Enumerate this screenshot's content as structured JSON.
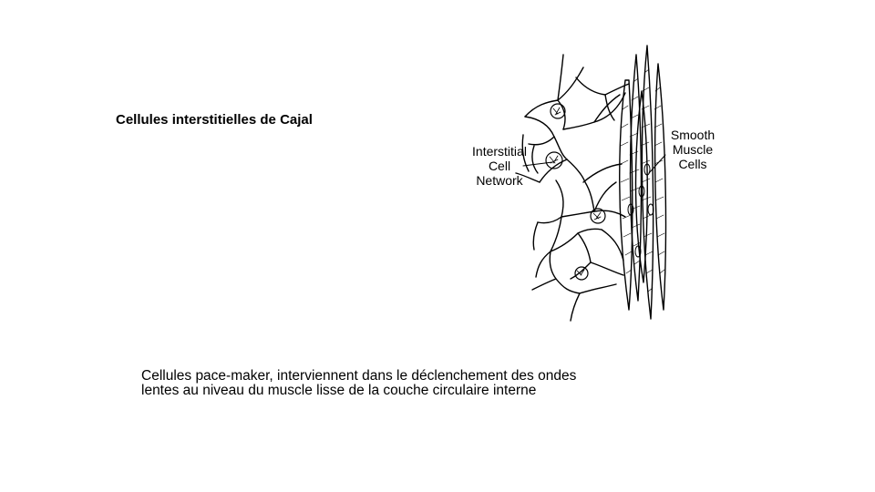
{
  "slide": {
    "title": "Cellules interstitielles de Cajal",
    "caption_lines": [
      "Cellules pace-maker, interviennent dans le déclenchement des ondes",
      "lentes au niveau du muscle lisse de la couche circulaire interne"
    ]
  },
  "diagram": {
    "label_network": [
      "Interstitial",
      "Cell",
      "Network"
    ],
    "label_smooth_muscle": [
      "Smooth",
      "Muscle",
      "Cells"
    ]
  }
}
